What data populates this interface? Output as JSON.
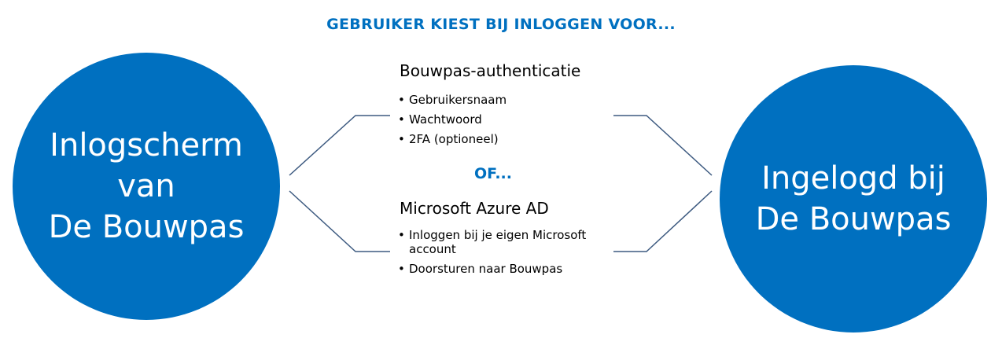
{
  "header": {
    "title": "GEBRUIKER KIEST BIJ INLOGGEN VOOR..."
  },
  "left_circle": {
    "text": "Inlogscherm\nvan\nDe Bouwpas"
  },
  "right_circle": {
    "text": "Ingelogd bij\nDe Bouwpas"
  },
  "option1": {
    "title": "Bouwpas-authenticatie",
    "items": [
      "Gebruikersnaam",
      "Wachtwoord",
      "2FA (optioneel)"
    ]
  },
  "separator": {
    "label": "OF..."
  },
  "option2": {
    "title": "Microsoft Azure AD",
    "items": [
      "Inloggen bij je eigen Microsoft account",
      "Doorsturen naar Bouwpas"
    ]
  },
  "colors": {
    "accent": "#0070c0",
    "connector": "#3d5a80",
    "text": "#000000",
    "background": "#ffffff"
  }
}
